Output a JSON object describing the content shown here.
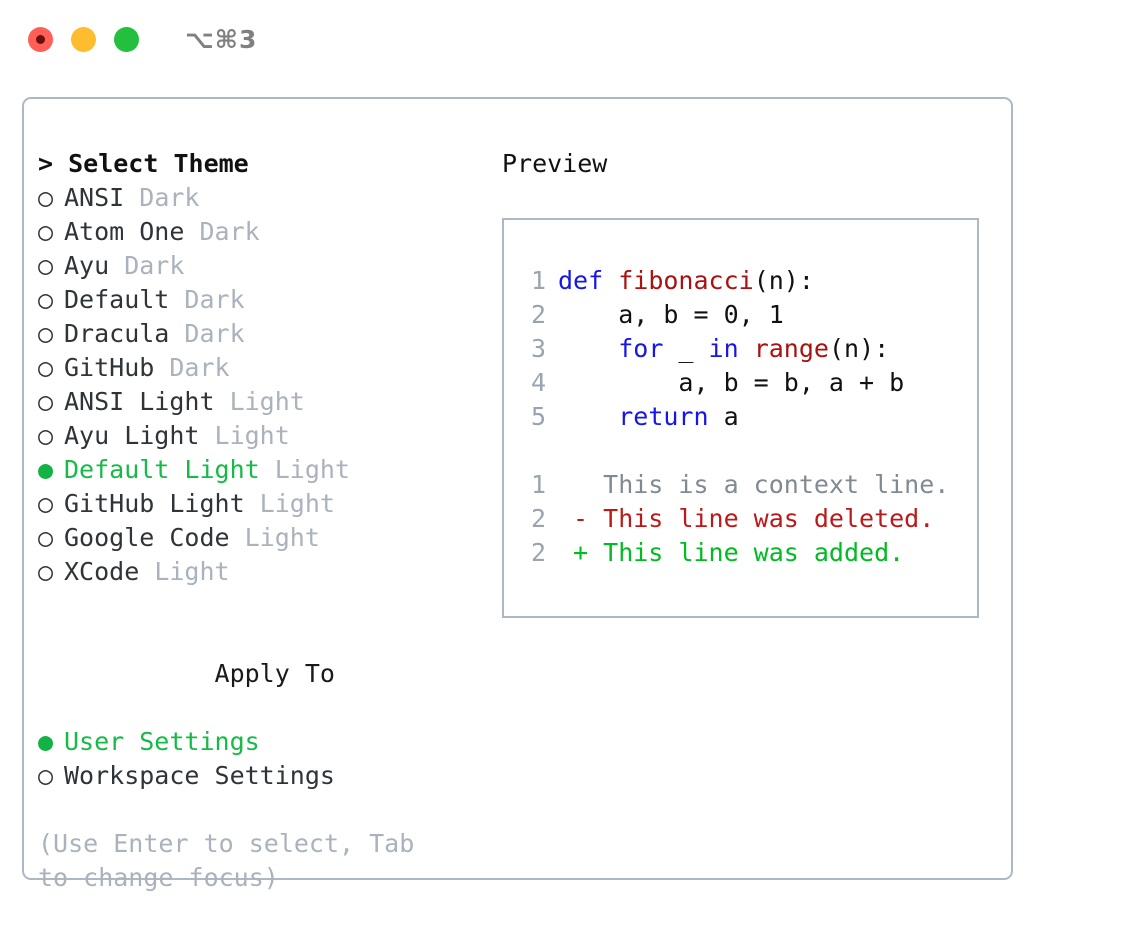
{
  "titlebar": {
    "shortcut": "⌥⌘3",
    "buttons": [
      {
        "name": "close",
        "color": "#ff5f57"
      },
      {
        "name": "minimize",
        "color": "#febc2e"
      },
      {
        "name": "maximize",
        "color": "#22c03c"
      }
    ]
  },
  "theme_picker": {
    "header": "> Select Theme",
    "selected_theme": "Default Light",
    "accent_color": "#16bb46",
    "tag_color": "#aab2bd",
    "markers": {
      "selected": "●",
      "unselected": "○"
    },
    "themes": [
      {
        "marker": "○",
        "name": "ANSI",
        "tag": "Dark",
        "selected": false
      },
      {
        "marker": "○",
        "name": "Atom One",
        "tag": "Dark",
        "selected": false
      },
      {
        "marker": "○",
        "name": "Ayu",
        "tag": "Dark",
        "selected": false
      },
      {
        "marker": "○",
        "name": "Default",
        "tag": "Dark",
        "selected": false
      },
      {
        "marker": "○",
        "name": "Dracula",
        "tag": "Dark",
        "selected": false
      },
      {
        "marker": "○",
        "name": "GitHub",
        "tag": "Dark",
        "selected": false
      },
      {
        "marker": "○",
        "name": "ANSI Light",
        "tag": "Light",
        "selected": false
      },
      {
        "marker": "○",
        "name": "Ayu Light",
        "tag": "Light",
        "selected": false
      },
      {
        "marker": "●",
        "name": "Default Light",
        "tag": "Light",
        "selected": true
      },
      {
        "marker": "○",
        "name": "GitHub Light",
        "tag": "Light",
        "selected": false
      },
      {
        "marker": "○",
        "name": "Google Code",
        "tag": "Light",
        "selected": false
      },
      {
        "marker": "○",
        "name": "XCode",
        "tag": "Light",
        "selected": false
      }
    ]
  },
  "apply_to": {
    "header": "Apply To",
    "selected": "User Settings",
    "options": [
      {
        "marker": "●",
        "label": "User Settings",
        "selected": true
      },
      {
        "marker": "○",
        "label": "Workspace Settings",
        "selected": false
      }
    ]
  },
  "hint": "(Use Enter to select, Tab to change focus)",
  "preview": {
    "title": "Preview",
    "code_lines": [
      {
        "num": "1",
        "tokens": [
          {
            "t": "def",
            "c": "kw"
          },
          {
            "t": " ",
            "c": "pl"
          },
          {
            "t": "fibonacci",
            "c": "fn"
          },
          {
            "t": "(n):",
            "c": "pl"
          }
        ]
      },
      {
        "num": "2",
        "tokens": [
          {
            "t": "    a, b = 0, 1",
            "c": "pl"
          }
        ]
      },
      {
        "num": "3",
        "tokens": [
          {
            "t": "    ",
            "c": "pl"
          },
          {
            "t": "for",
            "c": "kw"
          },
          {
            "t": " _ ",
            "c": "pl"
          },
          {
            "t": "in",
            "c": "kw"
          },
          {
            "t": " ",
            "c": "pl"
          },
          {
            "t": "range",
            "c": "fn"
          },
          {
            "t": "(n):",
            "c": "pl"
          }
        ]
      },
      {
        "num": "4",
        "tokens": [
          {
            "t": "        a, b = b, a + b",
            "c": "pl"
          }
        ]
      },
      {
        "num": "5",
        "tokens": [
          {
            "t": "    ",
            "c": "pl"
          },
          {
            "t": "return",
            "c": "kw"
          },
          {
            "t": " a",
            "c": "pl"
          }
        ]
      }
    ],
    "diff_lines": [
      {
        "num": "1",
        "sign": " ",
        "text": " This is a context line.",
        "kind": "ctx"
      },
      {
        "num": "2",
        "sign": "-",
        "text": " This line was deleted.",
        "kind": "del"
      },
      {
        "num": "2",
        "sign": "+",
        "text": " This line was added.",
        "kind": "add"
      }
    ],
    "colors": {
      "keyword": "#1616e8",
      "function": "#aa1111",
      "plain": "#111111",
      "context": "#808a93",
      "deleted": "#bb1a1a",
      "added": "#00bb22",
      "gutter": "#9aa4b0"
    }
  }
}
